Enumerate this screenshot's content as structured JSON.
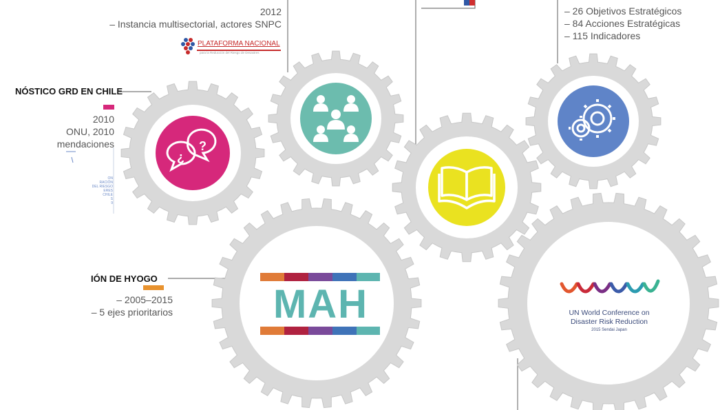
{
  "colors": {
    "gear": "#d9d9d9",
    "gear_edge": "#c7c7c7",
    "pink": "#d6287b",
    "teal": "#6cbcae",
    "yellow": "#eae220",
    "blue": "#5f84c8",
    "orange": "#e8922e",
    "line": "#777777"
  },
  "icons": [
    "question-bubbles-icon",
    "people-network-icon",
    "open-book-icon",
    "cogs-icon"
  ],
  "plataforma": {
    "year": "2012",
    "detail": "– Instancia multisectorial, actores SNPC",
    "logo_title": "PLATAFORMA NACIONAL",
    "logo_subtitle": "para la Reducción del Riesgo de Desastres"
  },
  "diagnostico": {
    "title": "NÓSTICO GRD EN CHILE",
    "year": "2010",
    "line2": "ONU, 2010",
    "line3": "mendaciones",
    "doc_lines": [
      "ON",
      "RACIÓN",
      "DEL RIESGO",
      "ERES",
      "CHILE",
      "S",
      "9"
    ]
  },
  "politica": {
    "line1": "– 26 Objetivos Estratégicos",
    "line2": "– 84 Acciones Estratégicas",
    "line3": "– 115 Indicadores"
  },
  "hyogo": {
    "title": "IÓN DE HYOGO",
    "line1": "– 2005–2015",
    "line2": "– 5 ejes prioritarios",
    "logo": "MAH"
  },
  "sendai": {
    "line1": "UN World Conference on",
    "line2": "Disaster Risk Reduction",
    "line3": "2015 Sendai Japan"
  }
}
